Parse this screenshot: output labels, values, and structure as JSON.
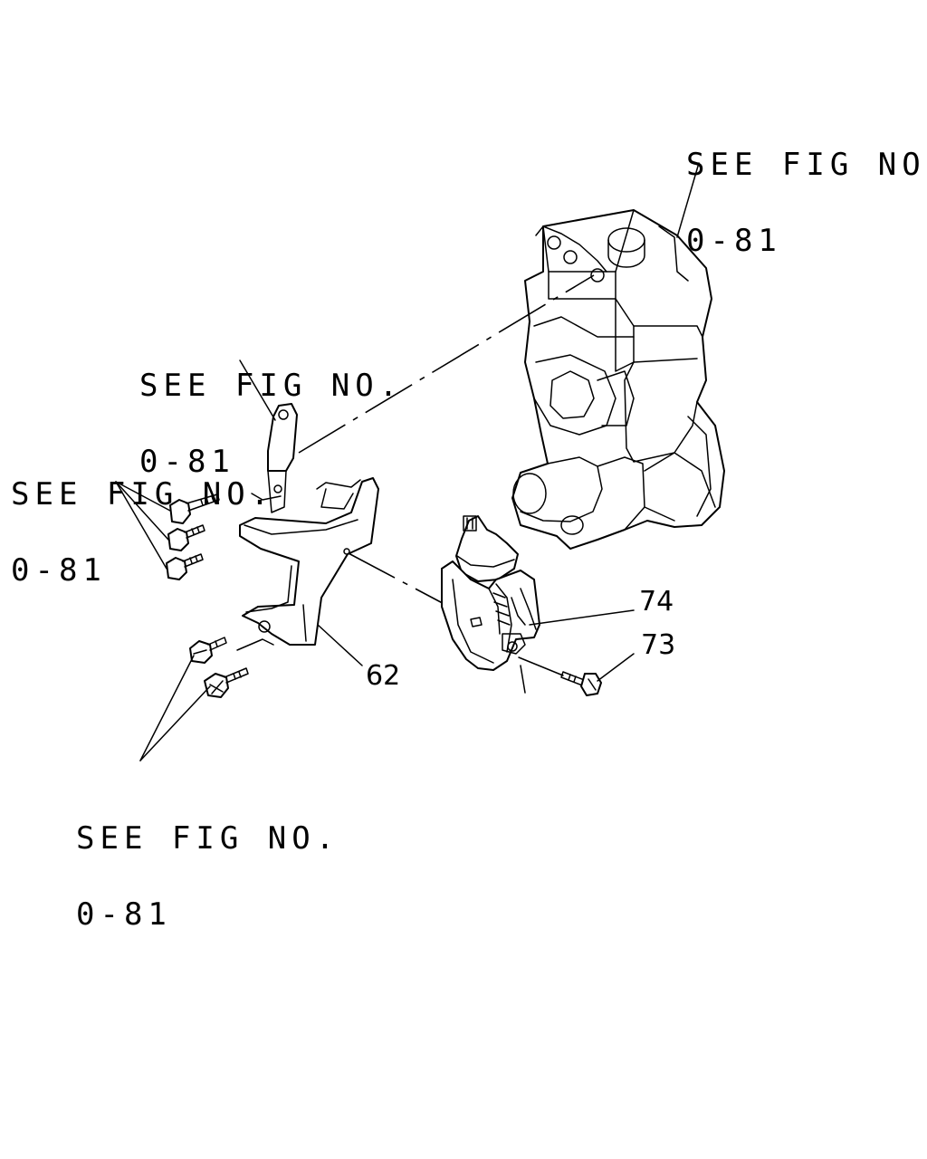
{
  "references": {
    "pump_top": {
      "line1": "SEE FIG NO.",
      "line2": "0-81"
    },
    "bracket_upper": {
      "line1": "SEE FIG NO.",
      "line2": "0-81"
    },
    "bolts_upper": {
      "line1": "SEE FIG NO.",
      "line2": "0-81"
    },
    "bolts_lower": {
      "line1": "SEE FIG NO.",
      "line2": "0-81"
    }
  },
  "part_numbers": {
    "bracket": "62",
    "actuator": "74",
    "bolt": "73"
  }
}
